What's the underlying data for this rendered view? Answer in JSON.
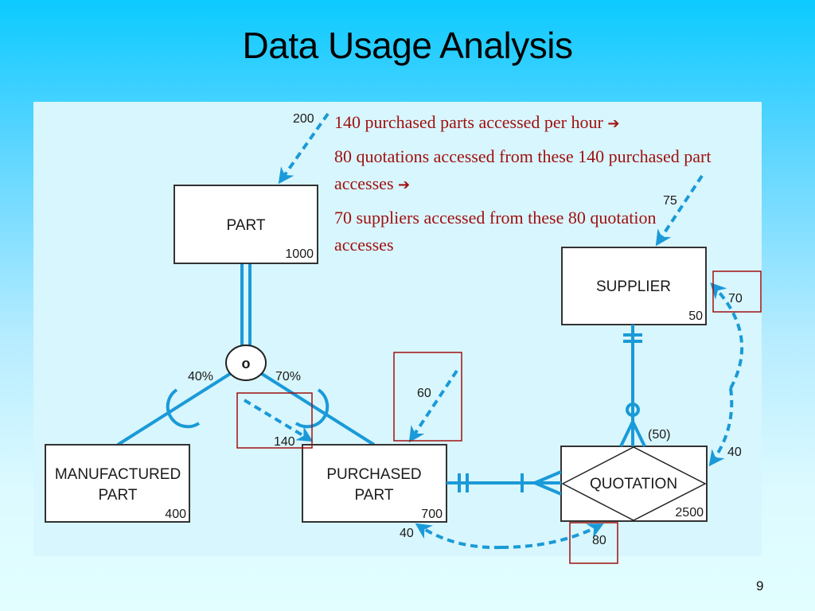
{
  "slide": {
    "title": "Data Usage Analysis",
    "page_number": "9"
  },
  "notes": [
    {
      "text": "140 purchased parts accessed per hour",
      "arrow": "➔"
    },
    {
      "text": "80 quotations accessed from these 140 purchased part accesses",
      "arrow": "➔"
    },
    {
      "text": "70 suppliers accessed from these 80 quotation accesses",
      "arrow": ""
    }
  ],
  "colors": {
    "connector": "#1a9ad8",
    "highlight_box": "#a01010",
    "note_text": "#a01010",
    "entity_fill": "#ffffff"
  },
  "entities": {
    "part": {
      "label": "PART",
      "volume": "1000"
    },
    "manufactured_part": {
      "label_line1": "MANUFACTURED",
      "label_line2": "PART",
      "volume": "400"
    },
    "purchased_part": {
      "label_line1": "PURCHASED",
      "label_line2": "PART",
      "volume": "700"
    },
    "supplier": {
      "label": "SUPPLIER",
      "volume": "50"
    },
    "quotation": {
      "label": "QUOTATION",
      "volume": "2500"
    }
  },
  "subtype": {
    "symbol": "o",
    "manufactured_pct": "40%",
    "purchased_pct": "70%"
  },
  "access_counts": {
    "part_direct": "200",
    "part_to_purchased": "140",
    "purchased_direct": "60",
    "supplier_direct": "75",
    "quotation_to_supplier": "70",
    "supplier_to_quotation": "40",
    "purchased_to_quotation": "80",
    "quotation_to_purchased": "40",
    "quotations_per_supplier": "(50)"
  }
}
